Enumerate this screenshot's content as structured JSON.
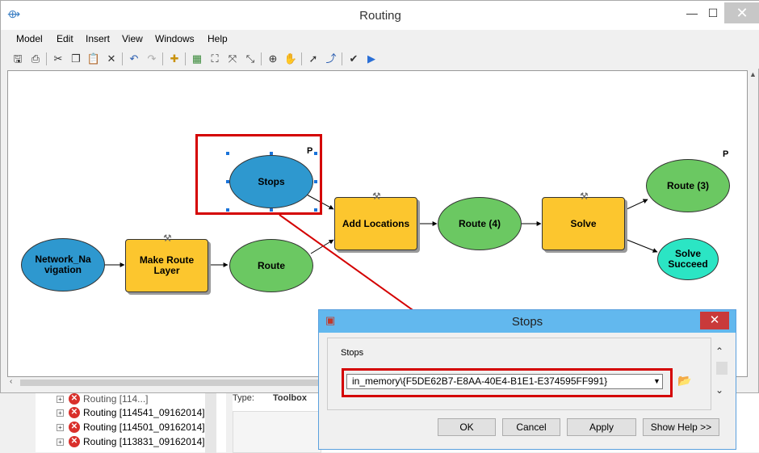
{
  "window": {
    "title": "Routing"
  },
  "menu": [
    "Model",
    "Edit",
    "Insert",
    "View",
    "Windows",
    "Help"
  ],
  "toolbar_icons": [
    "save-icon",
    "print-icon",
    "cut-icon",
    "copy-icon",
    "paste-icon",
    "delete-icon",
    "undo-icon",
    "redo-icon",
    "add-data-icon",
    "auto-layout-icon",
    "full-extent-icon",
    "zoom-in-fixed-icon",
    "zoom-out-fixed-icon",
    "zoom-in-icon",
    "pan-icon",
    "select-icon",
    "connect-icon",
    "validate-icon",
    "run-icon"
  ],
  "model": {
    "nodes": {
      "network_navigation": "Network_Na vigation",
      "make_route_layer": "Make Route Layer",
      "route": "Route",
      "stops": "Stops",
      "add_locations": "Add Locations",
      "route4": "Route (4)",
      "solve": "Solve",
      "route3": "Route (3)",
      "solve_succeed": "Solve Succeed"
    },
    "p_label": "P"
  },
  "background_list": [
    "Routing [114541_09162014]",
    "Routing [114501_09162014]",
    "Routing [113831_09162014]"
  ],
  "background_type_label": "Type:",
  "background_type_value": "Toolbox",
  "dialog": {
    "title": "Stops",
    "field_label": "Stops",
    "field_value": "in_memory\\{F5DE62B7-E8AA-40E4-B1E1-E374595FF991}",
    "buttons": {
      "ok": "OK",
      "cancel": "Cancel",
      "apply": "Apply",
      "help": "Show Help >>"
    }
  },
  "colors": {
    "annotation_red": "#d40000",
    "variable_blue": "#2e98cf",
    "output_green": "#6bc862",
    "tool_orange": "#fcc62e",
    "dialog_title": "#62b8ee"
  }
}
